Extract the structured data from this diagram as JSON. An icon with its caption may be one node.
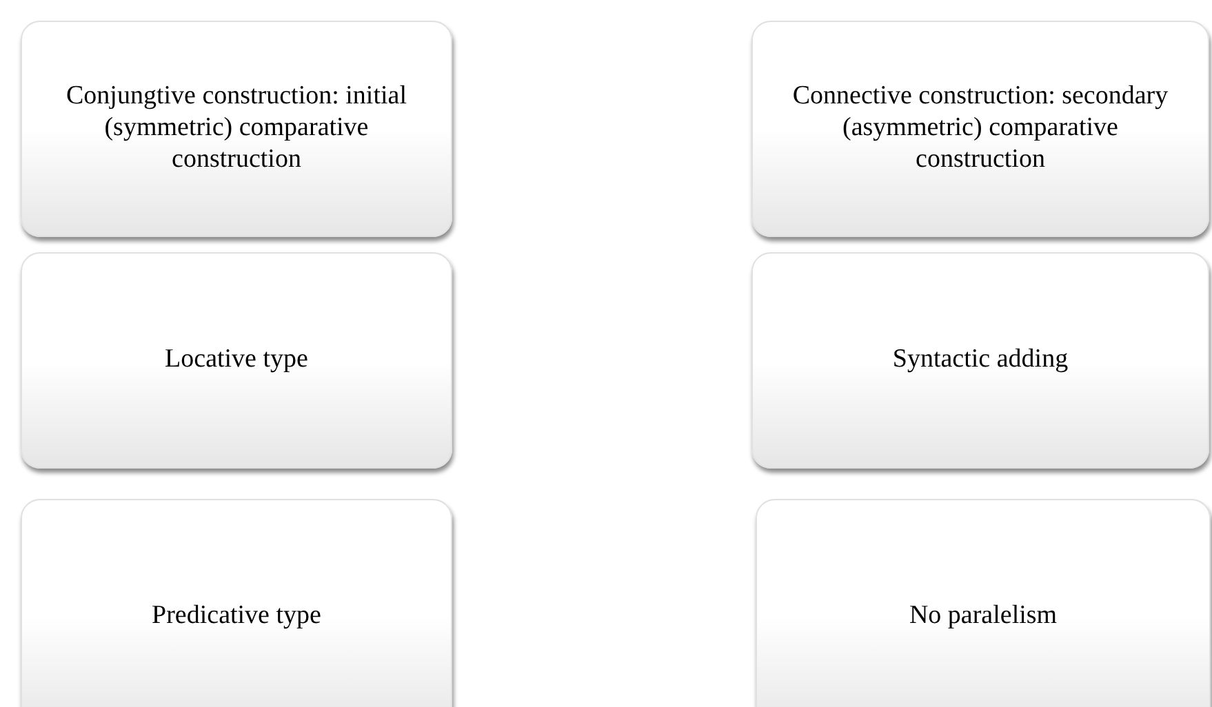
{
  "diagram": {
    "nodes": [
      {
        "text": [
          "Conjungtive construction: initial (symmetric) comparative construction"
        ]
      },
      {
        "text": [
          "Connective construction: secondary (asymmetric) comparative construction"
        ]
      },
      {
        "text": [
          "Locative type"
        ]
      },
      {
        "text": [
          "Syntactic adding"
        ]
      },
      {
        "text": [
          "Predicative type"
        ]
      },
      {
        "text": [
          "No paralelism"
        ]
      }
    ]
  }
}
